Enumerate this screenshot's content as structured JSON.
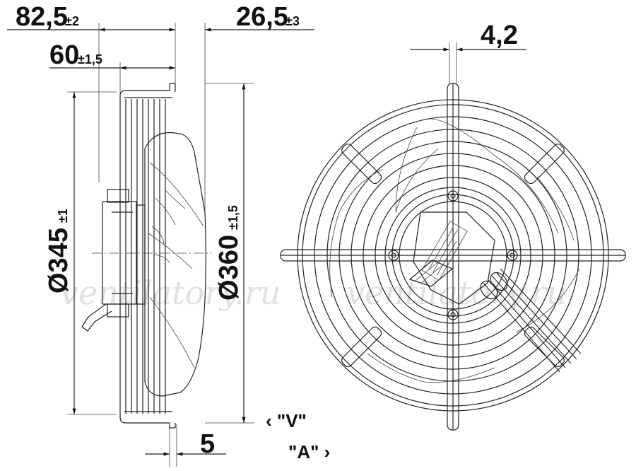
{
  "dimensions": {
    "d_82_5": {
      "value": "82,5",
      "tol": "±2"
    },
    "d_26_5": {
      "value": "26,5",
      "tol": "±3"
    },
    "d_60": {
      "value": "60",
      "tol": "±1,5"
    },
    "d_4_2": {
      "value": "4,2"
    },
    "d_345": {
      "value": "Ø345",
      "tol": "±1"
    },
    "d_360": {
      "value": "Ø360",
      "tol": "±1,5"
    },
    "d_5": {
      "value": "5"
    }
  },
  "view_labels": {
    "v": "‹ \"V\"",
    "a": "\"A\" ›"
  },
  "watermark": {
    "left": "ventilatory.ru",
    "right": "ventilatory.ru"
  }
}
